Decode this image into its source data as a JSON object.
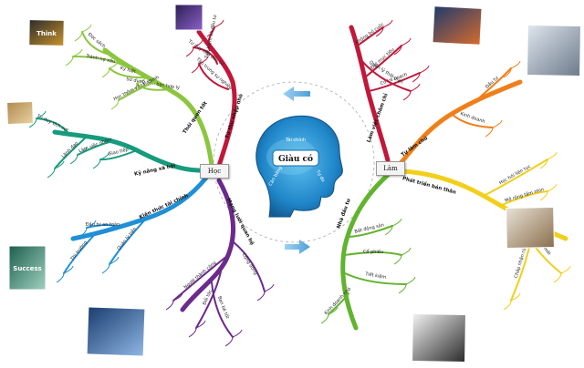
{
  "center": {
    "title": "Giàu có",
    "subtitles": [
      "Tài chính",
      "Cân bằng",
      "Tự do"
    ]
  },
  "hubs": {
    "left": "Học",
    "right": "Làm"
  },
  "left_branches": [
    {
      "id": "trai-red",
      "color": "#c0183a",
      "label": "Từ thu nhập nhỏ",
      "items": [
        "Tập trung sự nghiệp",
        "Tư duy nhà đầu tư",
        "Tiết kiệm và đầu tư"
      ]
    },
    {
      "id": "trai-green",
      "color": "#8cc63f",
      "label": "Thói quen tốt",
      "items": [
        "Sử dụng tiền bạc hợp lý",
        "Học thêm về tài chính",
        "Kỷ luật",
        "Tránh nợ xấu",
        "Đọc sách"
      ]
    },
    {
      "id": "trai-teal",
      "color": "#169b7e",
      "label": "Kỹ năng xã hội",
      "items": [
        "Giao tiếp",
        "Làm việc nhóm",
        "Lãnh đạo",
        "Tư duy tích cực"
      ]
    },
    {
      "id": "trai-blue",
      "color": "#1f8fd6",
      "label": "Kiến thức tài chính",
      "items": [
        "Quản lý tiền",
        "Đầu tư an toàn",
        "Thị trường"
      ]
    },
    {
      "id": "trai-purple",
      "color": "#6b2a8c",
      "label": "Mạng lưới quan hệ",
      "items": [
        "Người thành công",
        "Đối tác",
        "Bạn bè tốt",
        "Cộng đồng"
      ]
    }
  ],
  "right_branches": [
    {
      "id": "phai-red",
      "color": "#c0183a",
      "label": "Làm việc chăm chỉ",
      "items": [
        "Có kế hoạch",
        "Đặt mục tiêu",
        "Quản lý thời gian",
        "Không bỏ cuộc"
      ]
    },
    {
      "id": "phai-orange",
      "color": "#f07f1a",
      "label": "Tự làm chủ",
      "items": [
        "Kinh doanh",
        "Đầu tư"
      ]
    },
    {
      "id": "phai-yellow",
      "color": "#f2cf1b",
      "label": "Phát triển bản thân",
      "items": [
        "Học hỏi liên tục",
        "Mở rộng tầm nhìn",
        "Tìm cơ hội mới",
        "Chấp nhận rủi ro"
      ]
    },
    {
      "id": "phai-green",
      "color": "#62b32f",
      "label": "Nhà đầu tư",
      "items": [
        "Bất động sản",
        "Cổ phiếu",
        "Tiết kiệm",
        "Kinh doanh nhỏ"
      ]
    }
  ],
  "photos": {
    "top_left": "Think",
    "mid_left": "Success"
  }
}
